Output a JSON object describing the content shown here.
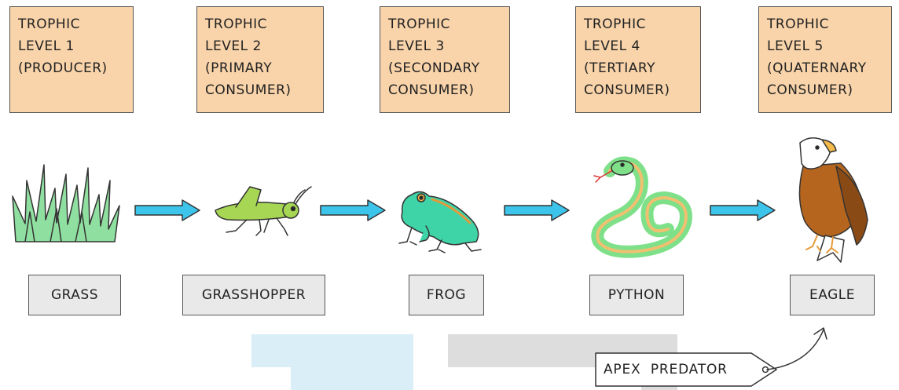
{
  "levels": [
    {
      "line1": "TROPHIC",
      "line2": "LEVEL 1",
      "line3": "(PRODUCER)",
      "line4": ""
    },
    {
      "line1": "TROPHIC",
      "line2": "LEVEL 2",
      "line3": "(PRIMARY",
      "line4": "CONSUMER)"
    },
    {
      "line1": "TROPHIC",
      "line2": "LEVEL 3",
      "line3": "(SECONDARY",
      "line4": "CONSUMER)"
    },
    {
      "line1": "TROPHIC",
      "line2": "LEVEL 4",
      "line3": "(TERTIARY",
      "line4": "CONSUMER)"
    },
    {
      "line1": "TROPHIC",
      "line2": "LEVEL 5",
      "line3": "(QUATERNARY",
      "line4": "CONSUMER)"
    }
  ],
  "organisms": [
    "GRASS",
    "GRASSHOPPER",
    "FROG",
    "PYTHON",
    "EAGLE"
  ],
  "apex_label": "APEX  PREDATOR",
  "colors": {
    "level_box": "#f9d4aa",
    "name_box": "#e9e9e9",
    "arrow": "#3cc4ea",
    "grass": "#8fe0a0",
    "grasshopper": "#a6d653",
    "frog": "#3fd4a8",
    "python": "#7fe08a",
    "eagle_body": "#b5651d"
  }
}
